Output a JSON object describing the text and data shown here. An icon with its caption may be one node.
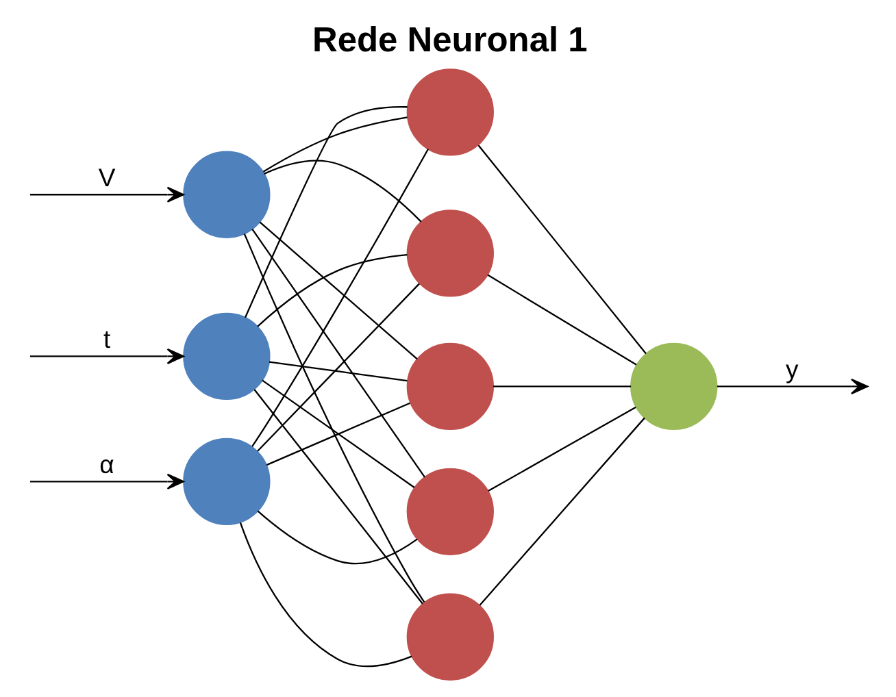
{
  "diagram": {
    "title": "Rede Neuronal 1",
    "nodes": [
      {
        "text": [],
        "shape": "circle"
      },
      {
        "text": [],
        "shape": "circle"
      },
      {
        "text": [],
        "shape": "circle"
      },
      {
        "text": [],
        "shape": "circle"
      },
      {
        "text": [],
        "shape": "circle"
      },
      {
        "text": [],
        "shape": "circle"
      },
      {
        "text": [],
        "shape": "circle"
      },
      {
        "text": [],
        "shape": "circle"
      },
      {
        "text": [],
        "shape": "circle"
      }
    ],
    "edges": [
      {
        "from": null,
        "to": 0,
        "arrow": "to",
        "label": "V"
      },
      {
        "from": null,
        "to": 1,
        "arrow": "to",
        "label": "t"
      },
      {
        "from": null,
        "to": 2,
        "arrow": "to",
        "label": "α"
      },
      {
        "from": 0,
        "to": 3,
        "arrow": "none"
      },
      {
        "from": 0,
        "to": 4,
        "arrow": "none"
      },
      {
        "from": 0,
        "to": 5,
        "arrow": "none"
      },
      {
        "from": 0,
        "to": 6,
        "arrow": "none"
      },
      {
        "from": 0,
        "to": 7,
        "arrow": "none"
      },
      {
        "from": 1,
        "to": 3,
        "arrow": "none"
      },
      {
        "from": 1,
        "to": 4,
        "arrow": "none"
      },
      {
        "from": 1,
        "to": 5,
        "arrow": "none"
      },
      {
        "from": 1,
        "to": 6,
        "arrow": "none"
      },
      {
        "from": 1,
        "to": 7,
        "arrow": "none"
      },
      {
        "from": 2,
        "to": 3,
        "arrow": "none"
      },
      {
        "from": 2,
        "to": 4,
        "arrow": "none"
      },
      {
        "from": 2,
        "to": 5,
        "arrow": "none"
      },
      {
        "from": 2,
        "to": 6,
        "arrow": "none"
      },
      {
        "from": 2,
        "to": 7,
        "arrow": "none"
      },
      {
        "from": 3,
        "to": 8,
        "arrow": "none"
      },
      {
        "from": 4,
        "to": 8,
        "arrow": "none"
      },
      {
        "from": 5,
        "to": 8,
        "arrow": "none"
      },
      {
        "from": 6,
        "to": 8,
        "arrow": "none"
      },
      {
        "from": 7,
        "to": 8,
        "arrow": "none"
      },
      {
        "from": 8,
        "to": null,
        "arrow": "to",
        "label": "y"
      }
    ]
  }
}
